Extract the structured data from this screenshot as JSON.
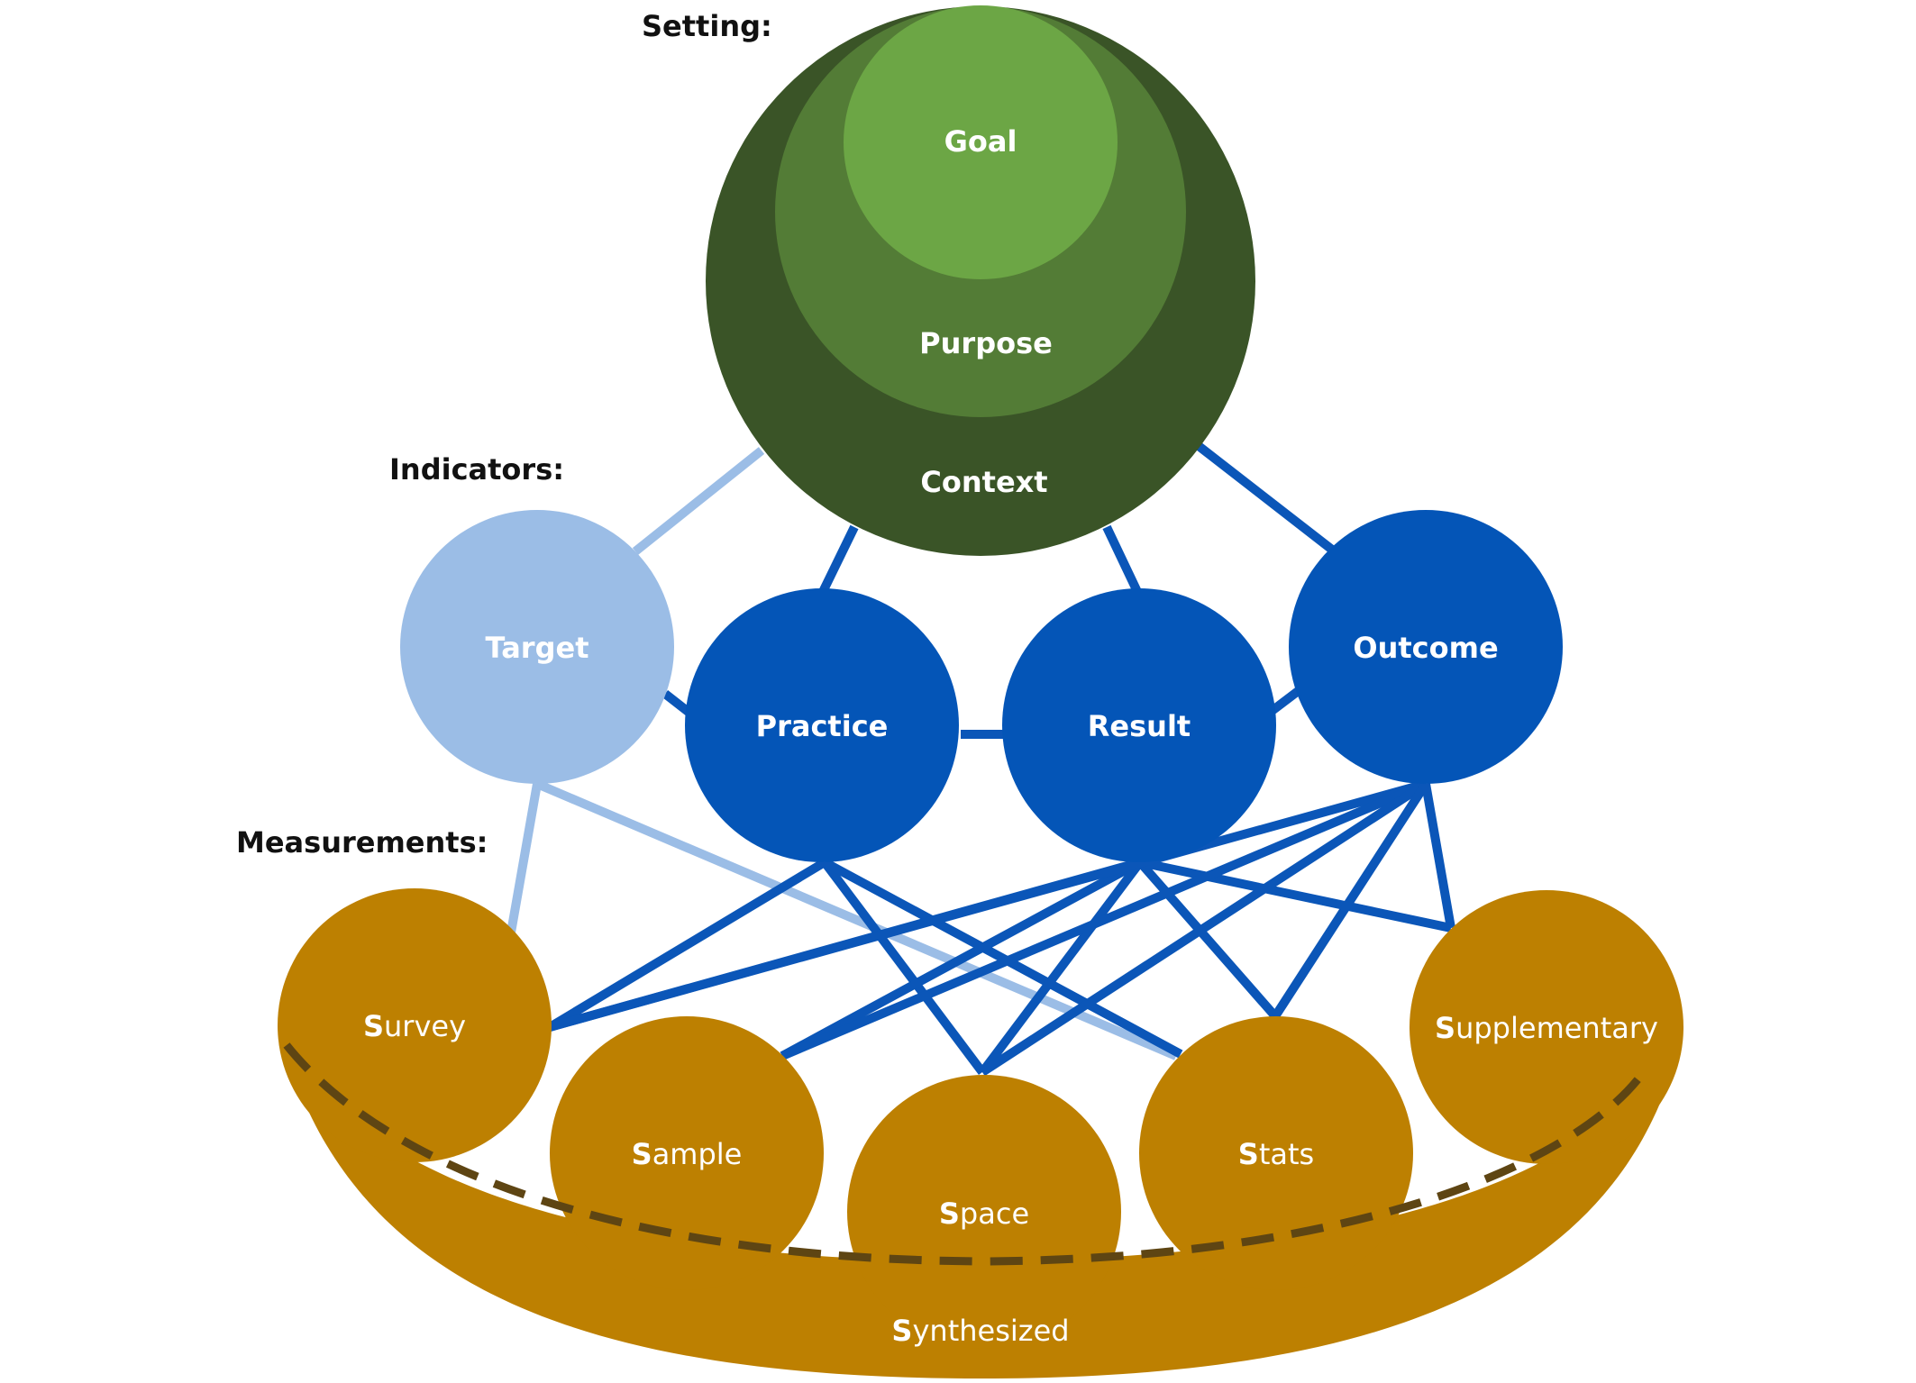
{
  "section_labels": {
    "setting": "Setting:",
    "indicators": "Indicators:",
    "measurements": "Measurements:"
  },
  "setting": {
    "goal": "Goal",
    "purpose": "Purpose",
    "context": "Context"
  },
  "indicators": {
    "target": "Target",
    "practice": "Practice",
    "result": "Result",
    "outcome": "Outcome"
  },
  "measurements": {
    "survey": {
      "initial": "S",
      "rest": "urvey"
    },
    "sample": {
      "initial": "S",
      "rest": "ample"
    },
    "space": {
      "initial": "S",
      "rest": "pace"
    },
    "stats": {
      "initial": "S",
      "rest": "tats"
    },
    "supplementary": {
      "initial": "S",
      "rest": "upplementary"
    },
    "synthesized": {
      "initial": "S",
      "rest": "ynthesized"
    }
  },
  "colors": {
    "context": "#3a5427",
    "purpose": "#537c36",
    "goal": "#6ca645",
    "indicator": "#0455b7",
    "target": "#9bbde6",
    "link": "#0b56b8",
    "target_link": "#9bbde6",
    "measurement": "#bd8001",
    "dashed": "#5e4513"
  }
}
